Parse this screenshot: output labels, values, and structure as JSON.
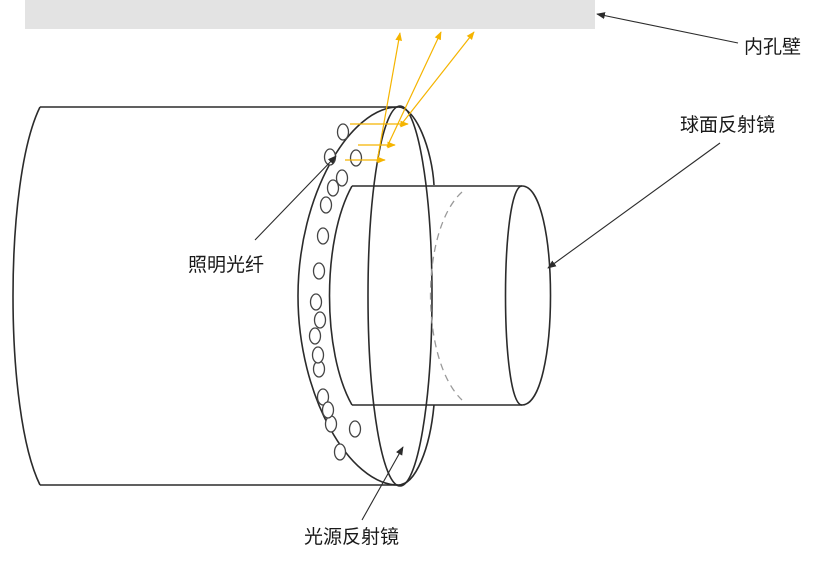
{
  "labels": {
    "inner_wall": "内孔壁",
    "spherical_mirror": "球面反射镜",
    "illumination_fiber": "照明光纤",
    "light_source_mirror": "光源反射镜"
  },
  "colors": {
    "wall_fill": "#e3e3e3",
    "light_ray": "#f5b400",
    "outline": "#2b2b2b",
    "hidden_edge": "#9a9a9a"
  },
  "fiber_hole_count": 18,
  "light_ray_count": 3
}
